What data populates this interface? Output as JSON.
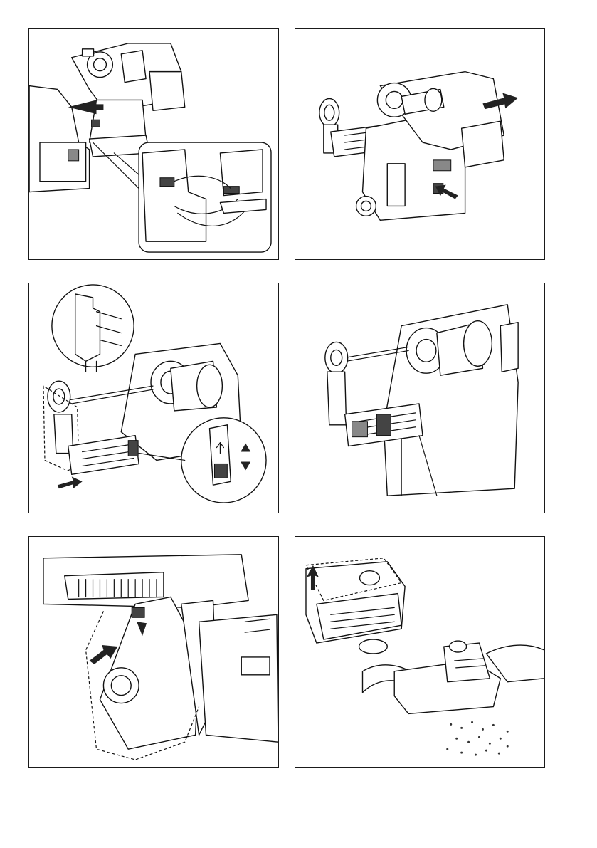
{
  "page": {
    "figures": [
      {
        "id": "fig-1",
        "description_icon": "rotary-hammer-attach-dust-extractor-icon"
      },
      {
        "id": "fig-2",
        "description_icon": "rotary-hammer-release-dust-extractor-icon"
      },
      {
        "id": "fig-3",
        "description_icon": "drill-bit-length-adjust-icon"
      },
      {
        "id": "fig-4",
        "description_icon": "drill-bit-installed-icon"
      },
      {
        "id": "fig-5",
        "description_icon": "dust-case-remove-icon"
      },
      {
        "id": "fig-6",
        "description_icon": "dust-case-empty-icon"
      }
    ]
  }
}
